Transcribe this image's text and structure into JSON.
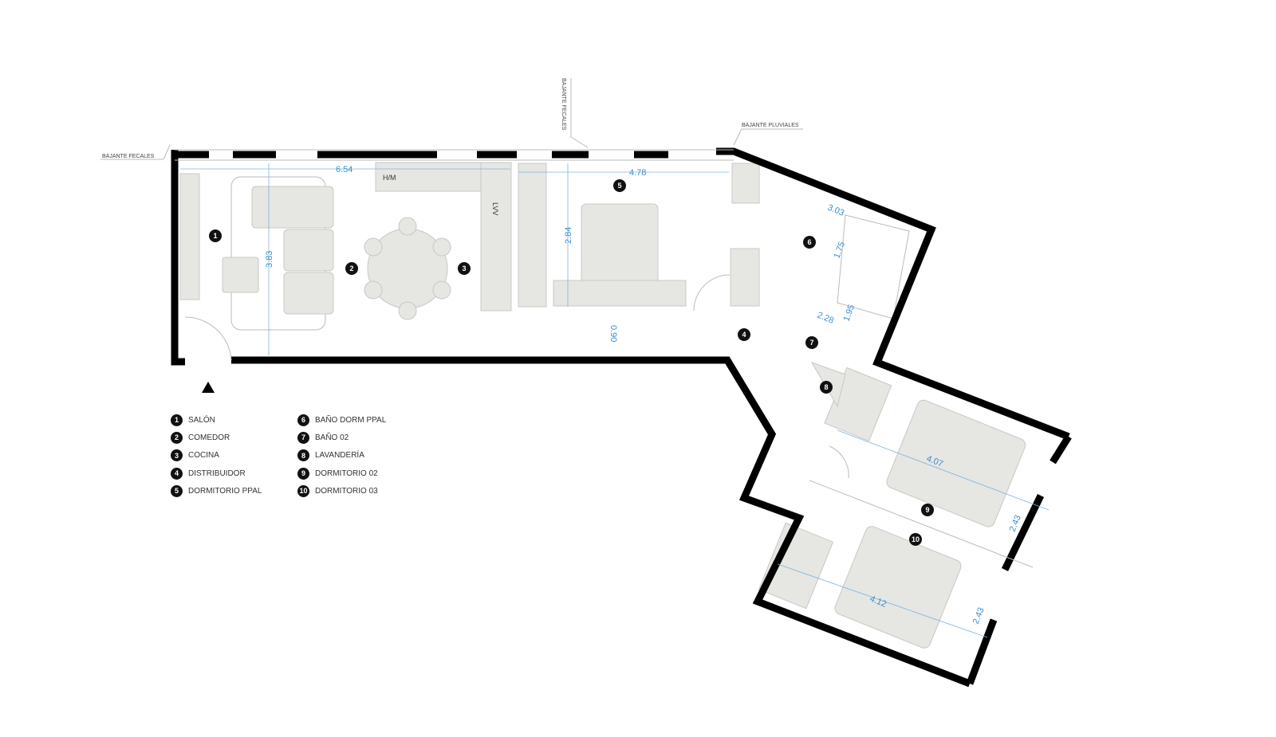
{
  "rooms": [
    {
      "n": "1",
      "name": "SALÓN"
    },
    {
      "n": "2",
      "name": "COMEDOR"
    },
    {
      "n": "3",
      "name": "COCINA"
    },
    {
      "n": "4",
      "name": "DISTRIBUIDOR"
    },
    {
      "n": "5",
      "name": "DORMITORIO PPAL"
    },
    {
      "n": "6",
      "name": "BAÑO DORM PPAL"
    },
    {
      "n": "7",
      "name": "BAÑO 02"
    },
    {
      "n": "8",
      "name": "LAVANDERÍA"
    },
    {
      "n": "9",
      "name": "DORMITORIO 02"
    },
    {
      "n": "10",
      "name": "DORMITORIO 03"
    }
  ],
  "annotations": {
    "bajante_fecales_left": "BAJANTE FECALES",
    "bajante_fecales_top": "BAJANTE FECALES",
    "bajante_pluviales": "BAJANTE PLUVIALES",
    "hm": "H/M",
    "lvv": "LVV"
  },
  "dimensions": {
    "salon_width": "6.54",
    "dorm_ppal_width": "4.78",
    "salon_depth": "3.83",
    "dorm_ppal_depth": "2.84",
    "passage": "0.90",
    "bano_ppal_width": "3.03",
    "bano_ppal_depth": "1.75",
    "bano02_width": "2.28",
    "bano02_depth": "1.95",
    "dorm02_width": "4.07",
    "dorm02_depth": "2.43",
    "dorm03_width": "4.12",
    "dorm03_depth": "2.43"
  },
  "colors": {
    "wall": "#000000",
    "furniture": "#e6e6e2",
    "dimension": "#3a8fd0"
  }
}
